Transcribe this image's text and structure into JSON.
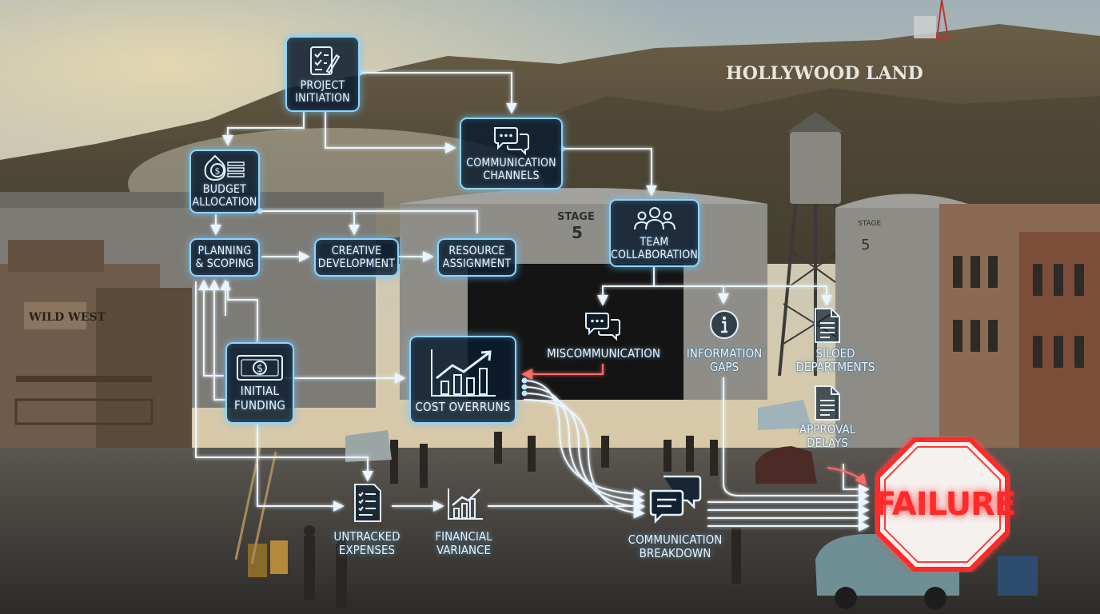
{
  "colors": {
    "accent": "#8fd4ff",
    "node_bg": "#0c1c2e",
    "failure": "#ff2a2a",
    "sky": "#c9cfc9"
  },
  "signs": {
    "hollywood": "HOLLYWOOD LAND",
    "stage_main_word": "STAGE",
    "stage_main_number": "5",
    "stage_right_word": "STAGE",
    "stage_right_number": "5",
    "wild_west": "WILD WEST"
  },
  "nodes": {
    "project_initiation": {
      "label": "PROJECT\nINITIATION",
      "icon": "checklist-pen-icon"
    },
    "communication_channels": {
      "label": "COMMUNICATION\nCHANNELS",
      "icon": "chat-bubbles-icon"
    },
    "budget_allocation": {
      "label": "BUDGET\nALLOCATION",
      "icon": "money-bag-icon"
    },
    "planning_scoping": {
      "label": "PLANNING\n& SCOPING"
    },
    "creative_development": {
      "label": "CREATIVE\nDEVELOPMENT"
    },
    "resource_assignment": {
      "label": "RESOURCE\nASSIGNMENT"
    },
    "team_collaboration": {
      "label": "TEAM\nCOLLABORATION",
      "icon": "team-icon"
    },
    "initial_funding": {
      "label": "INITIAL\nFUNDING",
      "icon": "banknote-icon"
    },
    "cost_overruns": {
      "label": "COST OVERRUNS",
      "icon": "rising-chart-icon"
    }
  },
  "labels": {
    "miscommunication": {
      "text": "MISCOMMUNICATION",
      "icon": "chat-bubbles-icon"
    },
    "information_gaps": {
      "text": "INFORMATION\nGAPS",
      "icon": "info-icon"
    },
    "siloed_departments": {
      "text": "SILOED\nDEPARTMENTS",
      "icon": "document-icon"
    },
    "approval_delays": {
      "text": "APPROVAL\nDELAYS",
      "icon": "document-icon"
    },
    "untracked_expenses": {
      "text": "UNTRACKED\nEXPENSES",
      "icon": "receipt-icon"
    },
    "financial_variance": {
      "text": "FINANCIAL\nVARIANCE",
      "icon": "bar-chart-icon"
    },
    "communication_breakdown": {
      "text": "COMMUNICATION\nBREAKDOWN",
      "icon": "chat-bubbles-icon"
    }
  },
  "failure": {
    "text": "FAILURE"
  }
}
